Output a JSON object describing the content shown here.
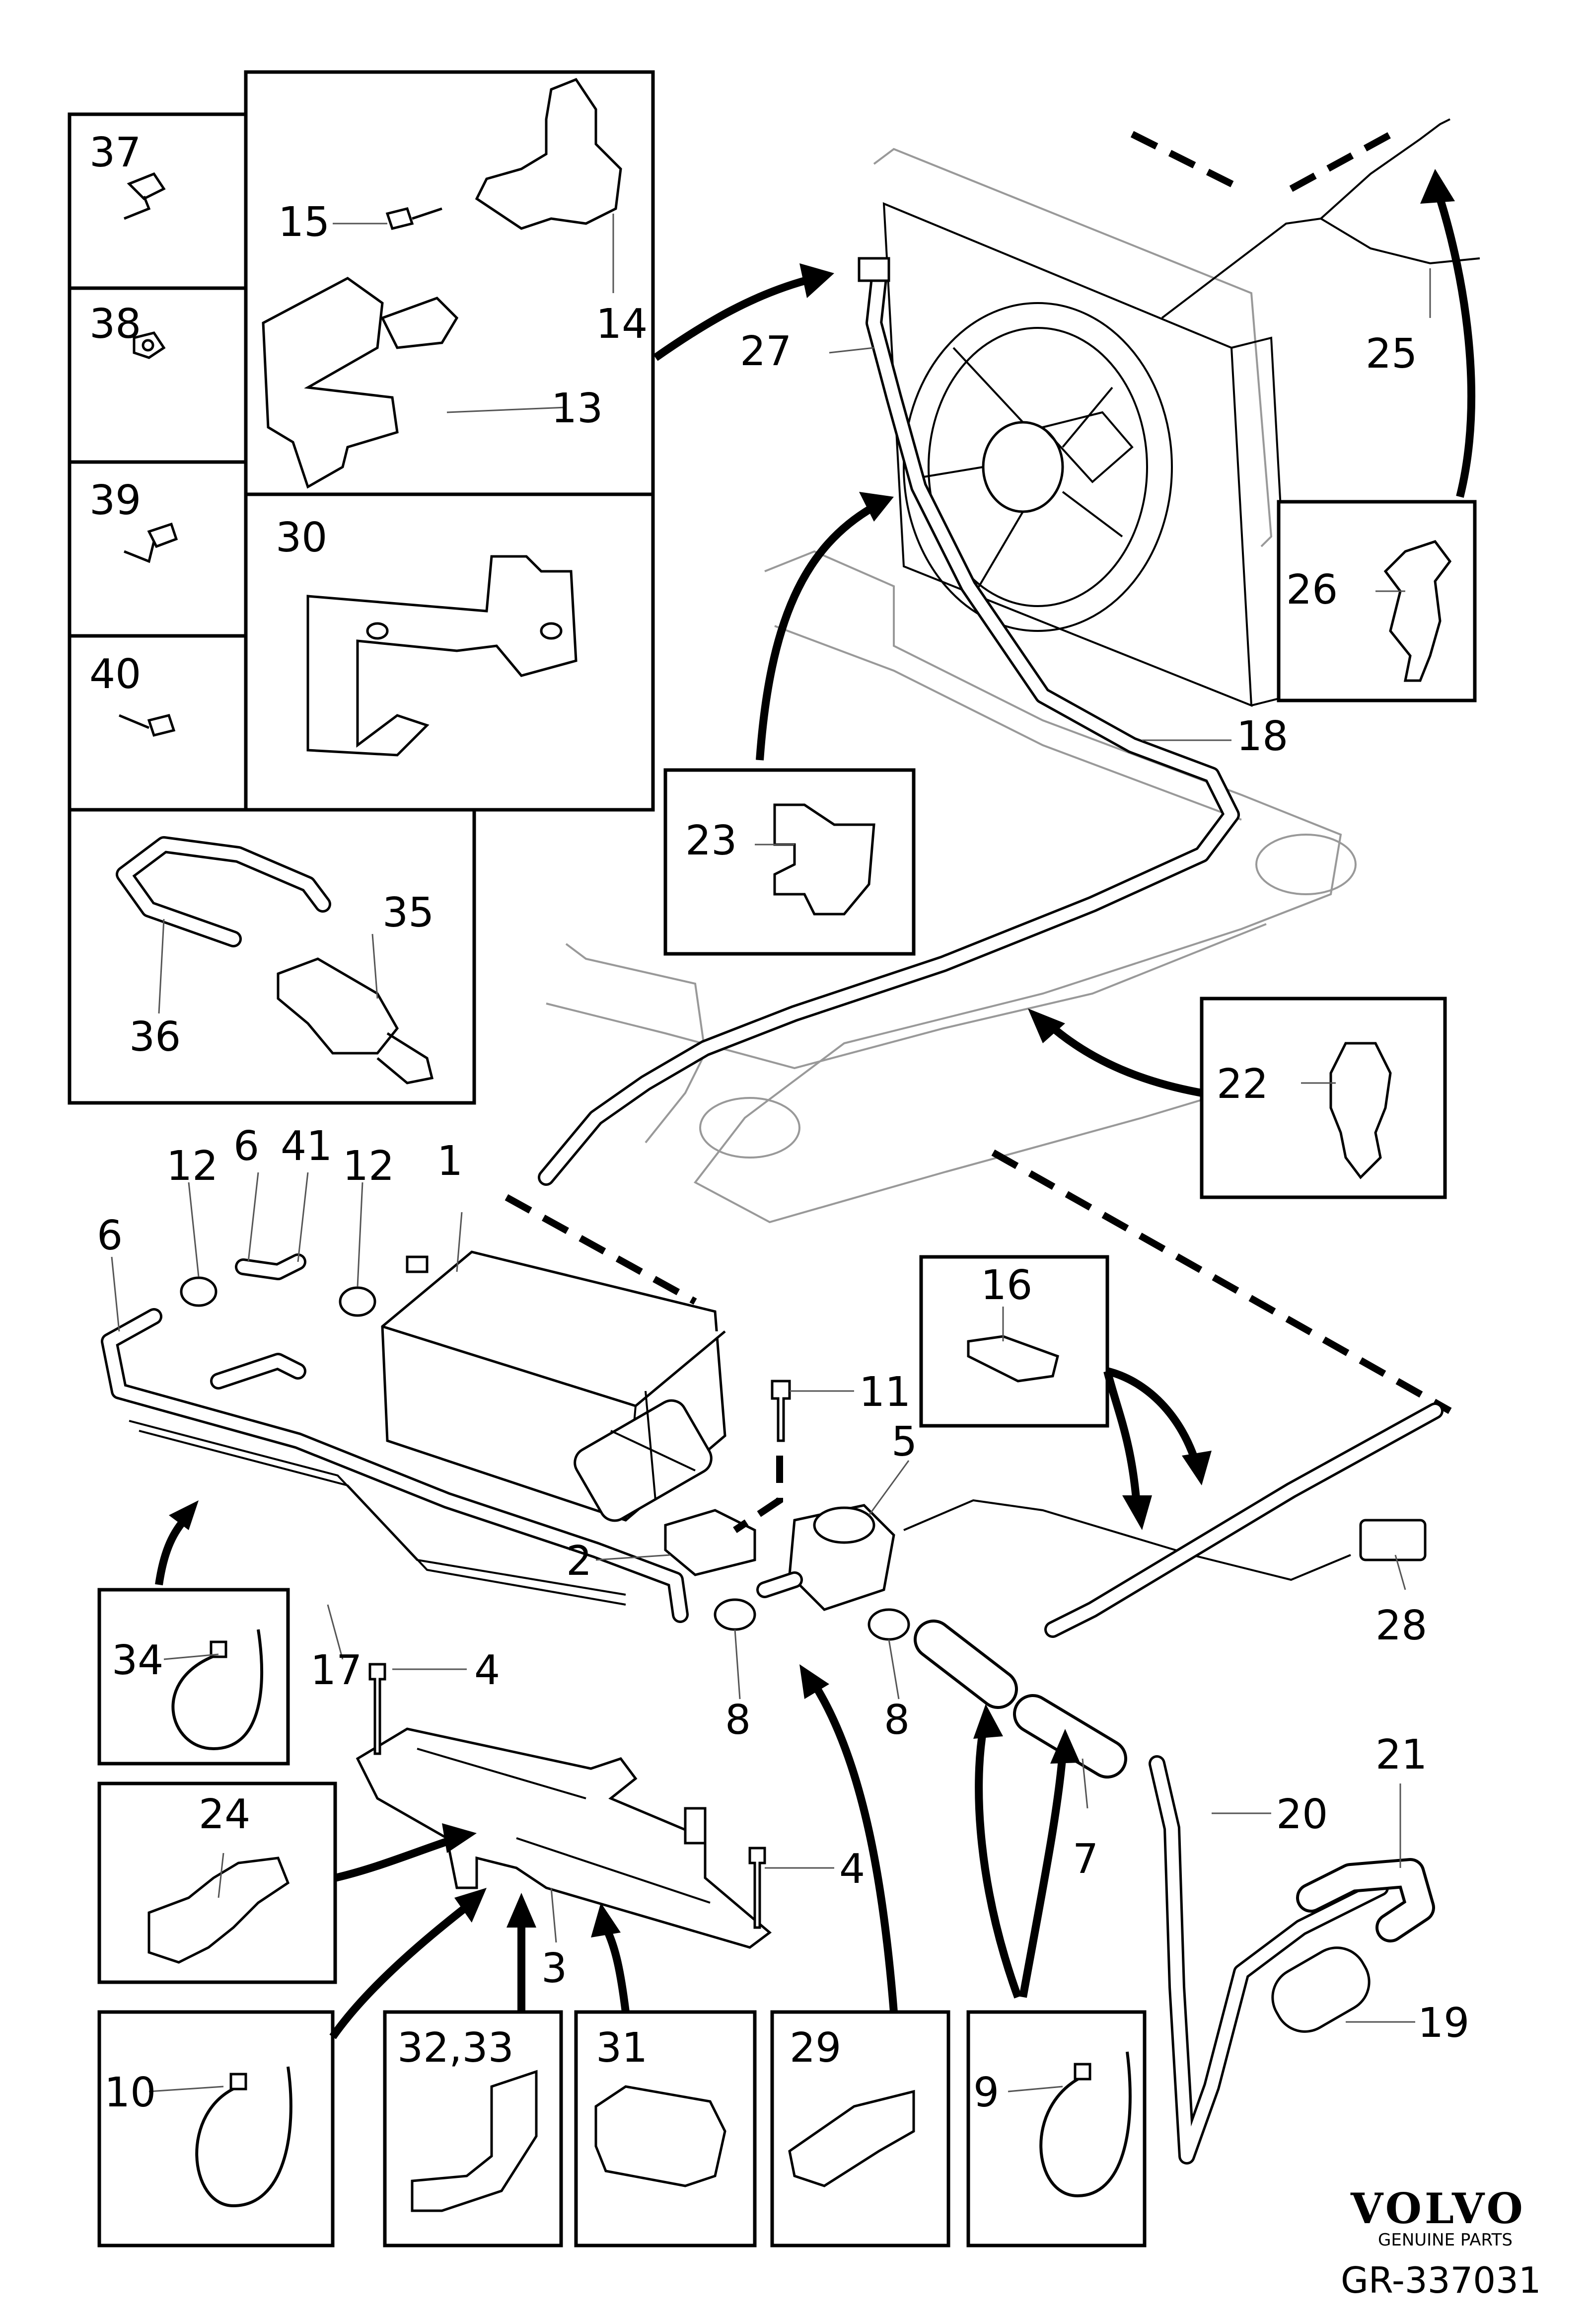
{
  "labels": {
    "l1": "1",
    "l2": "2",
    "l3": "3",
    "l4a": "4",
    "l4b": "4",
    "l5": "5",
    "l6a": "6",
    "l6b": "6",
    "l7": "7",
    "l8a": "8",
    "l8b": "8",
    "l9": "9",
    "l10": "10",
    "l11": "11",
    "l12a": "12",
    "l12b": "12",
    "l13": "13",
    "l14": "14",
    "l15": "15",
    "l16": "16",
    "l17": "17",
    "l18": "18",
    "l19": "19",
    "l20": "20",
    "l21": "21",
    "l22": "22",
    "l23": "23",
    "l24": "24",
    "l25": "25",
    "l26": "26",
    "l27": "27",
    "l28": "28",
    "l29": "29",
    "l30": "30",
    "l31": "31",
    "l3233": "32,33",
    "l34": "34",
    "l35": "35",
    "l36": "36",
    "l37": "37",
    "l38": "38",
    "l39": "39",
    "l40": "40",
    "l41": "41"
  },
  "brand": {
    "name": "VOLVO",
    "tagline": "GENUINE PARTS",
    "drawing_number": "GR-337031"
  }
}
